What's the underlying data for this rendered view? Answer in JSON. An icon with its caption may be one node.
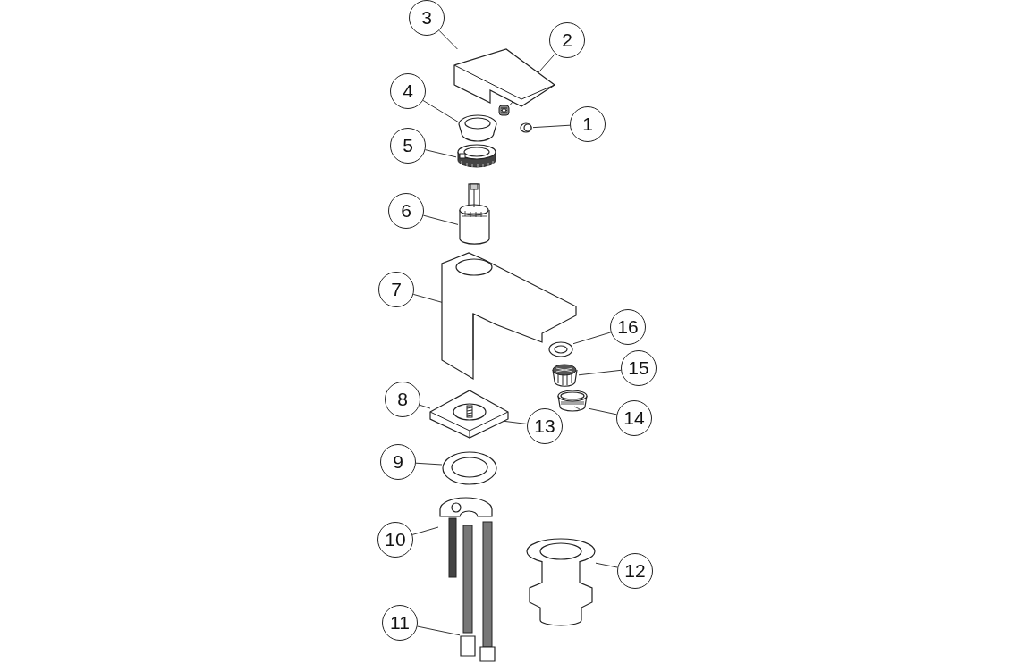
{
  "diagram": {
    "nodes": [
      {
        "text": [
          "3"
        ]
      },
      {
        "text": [
          "2"
        ]
      },
      {
        "text": [
          "4"
        ]
      },
      {
        "text": [
          "1"
        ]
      },
      {
        "text": [
          "5"
        ]
      },
      {
        "text": [
          "6"
        ]
      },
      {
        "text": [
          "7"
        ]
      },
      {
        "text": [
          "16"
        ]
      },
      {
        "text": [
          "15"
        ]
      },
      {
        "text": [
          "8"
        ]
      },
      {
        "text": [
          "13"
        ]
      },
      {
        "text": [
          "14"
        ]
      },
      {
        "text": [
          "9"
        ]
      },
      {
        "text": [
          "10"
        ]
      },
      {
        "text": [
          "12"
        ]
      },
      {
        "text": [
          "11"
        ]
      },
      {
        "text": [],
        "shape": "picture"
      },
      {
        "text": [],
        "shape": "picture"
      },
      {
        "text": [],
        "shape": "picture"
      },
      {
        "text": [],
        "shape": "picture"
      },
      {
        "text": [],
        "shape": "picture"
      },
      {
        "text": [],
        "shape": "picture"
      },
      {
        "text": [],
        "shape": "picture"
      },
      {
        "text": [],
        "shape": "picture"
      },
      {
        "text": [],
        "shape": "picture"
      },
      {
        "text": [],
        "shape": "picture"
      },
      {
        "text": [],
        "shape": "picture",
        "in": 25
      },
      {
        "text": [],
        "shape": "picture"
      },
      {
        "text": [],
        "shape": "picture"
      },
      {
        "text": [],
        "shape": "picture"
      },
      {
        "text": [],
        "shape": "picture"
      },
      {
        "text": [],
        "shape": "picture"
      }
    ],
    "edges": [
      {
        "from": 0,
        "to": 16,
        "arrow": "none"
      },
      {
        "from": 1,
        "to": 17,
        "arrow": "none"
      },
      {
        "from": 2,
        "to": 18,
        "arrow": "none"
      },
      {
        "from": 3,
        "to": 19,
        "arrow": "none"
      },
      {
        "from": 4,
        "to": 20,
        "arrow": "none"
      },
      {
        "from": 5,
        "to": 21,
        "arrow": "none"
      },
      {
        "from": 6,
        "to": 22,
        "arrow": "none"
      },
      {
        "from": 7,
        "to": 23,
        "arrow": "none"
      },
      {
        "from": 8,
        "to": 24,
        "arrow": "none"
      },
      {
        "from": 9,
        "to": 25,
        "arrow": "none"
      },
      {
        "from": 10,
        "to": 26,
        "arrow": "none"
      },
      {
        "from": 11,
        "to": 27,
        "arrow": "none"
      },
      {
        "from": 12,
        "to": 28,
        "arrow": "none"
      },
      {
        "from": 13,
        "to": 29,
        "arrow": "none"
      },
      {
        "from": 14,
        "to": 30,
        "arrow": "none"
      },
      {
        "from": 15,
        "to": 31,
        "arrow": "none"
      }
    ]
  }
}
